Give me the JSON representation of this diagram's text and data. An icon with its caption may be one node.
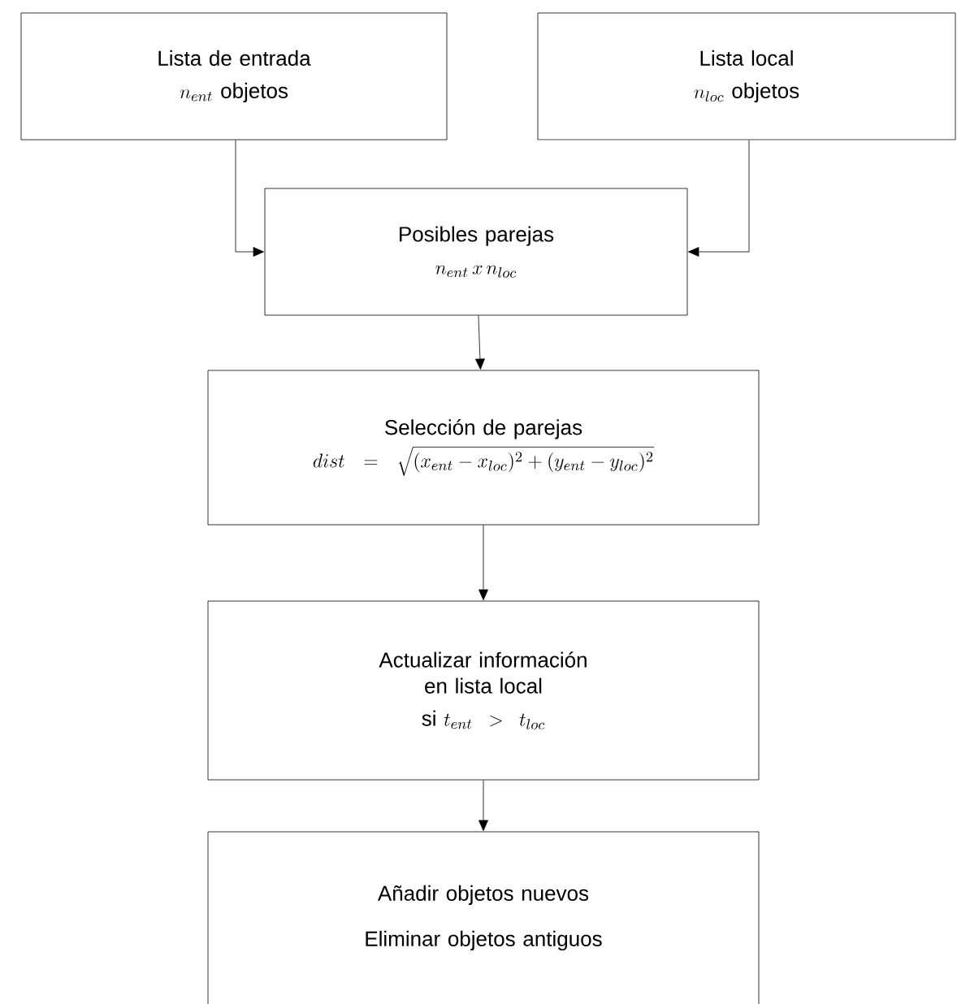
{
  "diagram": {
    "nodes": [
      {
        "text": [
          "Lista de entrada",
          "n_{ent}\\ \\mathrm{objetos}"
        ]
      },
      {
        "text": [
          "Lista local",
          "n_{loc}\\ \\mathrm{objetos}"
        ]
      },
      {
        "text": [
          "Posibles parejas",
          "n_{ent}\\,x\\,n_{loc}"
        ]
      },
      {
        "text": [
          "Selección de parejas",
          "dist=\\sqrt{(x_{ent}-x_{loc})^2+(y_{ent}-y_{loc})^2}"
        ]
      },
      {
        "text": [
          "Actualizar información en lista local",
          "\\mathrm{si}\\ t_{ent}>t_{loc}"
        ]
      },
      {
        "text": [
          "Añadir objetos nuevos",
          "Eliminar objetos antiguos"
        ]
      }
    ],
    "edges": [
      {
        "from": 0,
        "to": 2,
        "arrow": "to"
      },
      {
        "from": 1,
        "to": 2,
        "arrow": "to"
      },
      {
        "from": 2,
        "to": 3,
        "arrow": "to"
      },
      {
        "from": 3,
        "to": 4,
        "arrow": "to"
      },
      {
        "from": 4,
        "to": 5,
        "arrow": "to"
      }
    ]
  }
}
